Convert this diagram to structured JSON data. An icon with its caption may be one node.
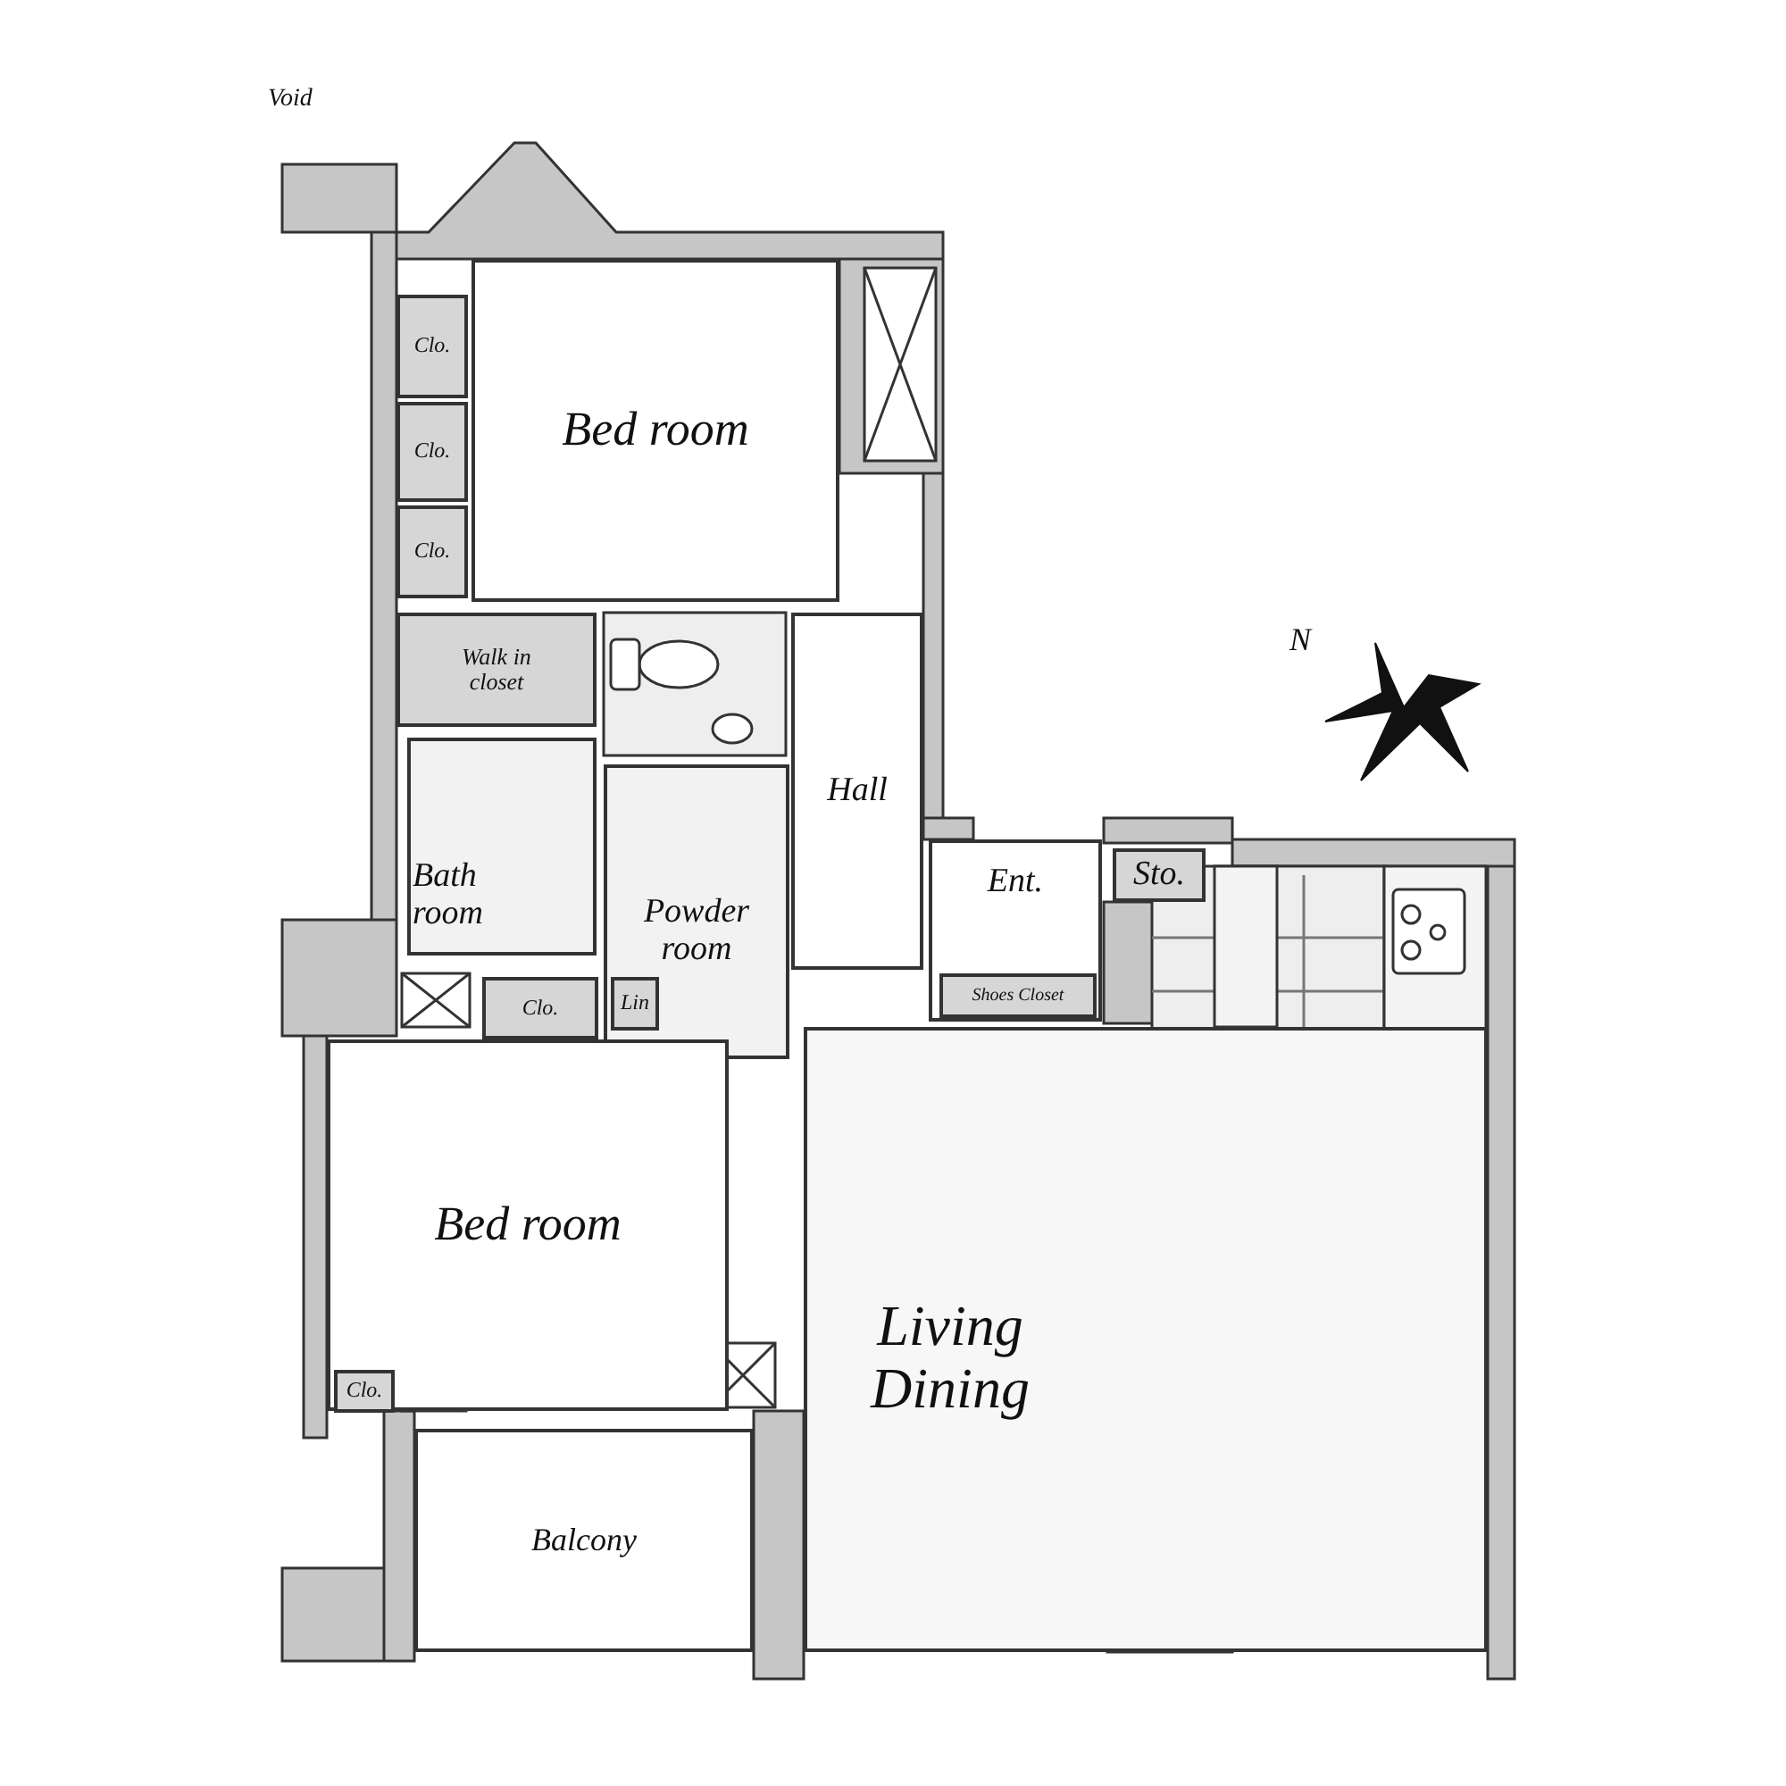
{
  "diagram": {
    "nodes": [
      {
        "text": [
          "Bed room"
        ]
      },
      {
        "text": [
          "Clo."
        ]
      },
      {
        "text": [
          "Clo."
        ]
      },
      {
        "text": [
          "Clo."
        ]
      },
      {
        "text": [
          "Walk in closet"
        ]
      },
      {
        "text": [
          "Hall"
        ]
      },
      {
        "text": [
          "Bath room"
        ]
      },
      {
        "text": [
          "Powder room"
        ]
      },
      {
        "text": [
          "Lin"
        ],
        "in": 7
      },
      {
        "text": [
          "Ent."
        ]
      },
      {
        "text": [
          "Sto."
        ]
      },
      {
        "text": [
          "Shoes Closet"
        ],
        "in": 9
      },
      {
        "text": [
          "Clo."
        ]
      },
      {
        "text": [
          "Bed room"
        ]
      },
      {
        "text": [
          "Living Dining"
        ]
      },
      {
        "text": [
          "Clo."
        ],
        "in": 13
      },
      {
        "text": [
          "Balcony"
        ]
      }
    ],
    "labels": [
      "Void",
      "N"
    ]
  }
}
